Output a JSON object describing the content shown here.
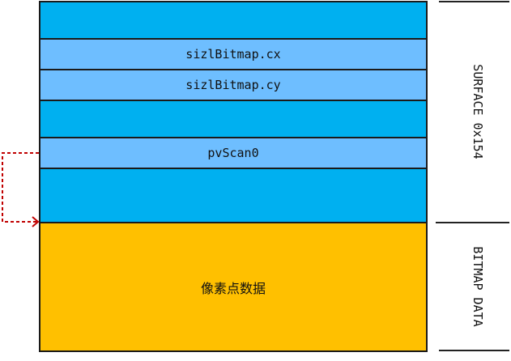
{
  "fields": {
    "cx": "sizlBitmap.cx",
    "cy": "sizlBitmap.cy",
    "pvscan": "pvScan0",
    "pixel": "像素点数据"
  },
  "labels": {
    "surface": "SURFACE 0x154",
    "bitmap": "BITMAP DATA"
  },
  "colors": {
    "surface": "#00b0f0",
    "field": "#6ebeff",
    "bitmap": "#ffc000",
    "arrow": "#c00000"
  }
}
